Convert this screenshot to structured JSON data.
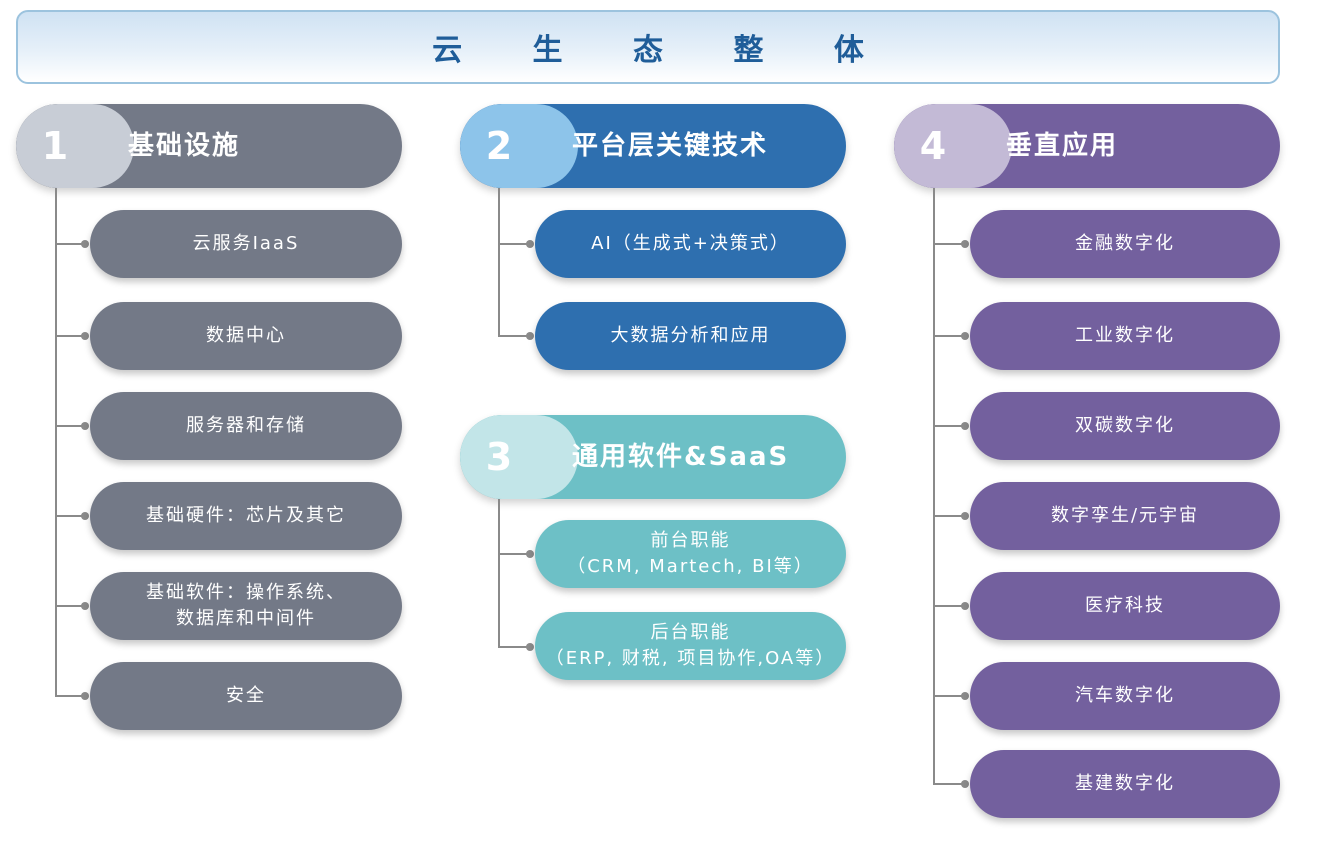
{
  "title": "云 生 态 整 体",
  "groups": [
    {
      "number": "1",
      "label": "基础设施",
      "items": [
        [
          "云服务IaaS"
        ],
        [
          "数据中心"
        ],
        [
          "服务器和存储"
        ],
        [
          "基础硬件：芯片及其它"
        ],
        [
          "基础软件：操作系统、",
          "数据库和中间件"
        ],
        [
          "安全"
        ]
      ]
    },
    {
      "number": "2",
      "label": "平台层关键技术",
      "items": [
        [
          "AI（生成式+决策式）"
        ],
        [
          "大数据分析和应用"
        ]
      ]
    },
    {
      "number": "3",
      "label": "通用软件&SaaS",
      "items": [
        [
          "前台职能",
          "（CRM, Martech, BI等）"
        ],
        [
          "后台职能",
          "（ERP, 财税, 项目协作,OA等）"
        ]
      ]
    },
    {
      "number": "4",
      "label": "垂直应用",
      "items": [
        [
          "金融数字化"
        ],
        [
          "工业数字化"
        ],
        [
          "双碳数字化"
        ],
        [
          "数字孪生/元宇宙"
        ],
        [
          "医疗科技"
        ],
        [
          "汽车数字化"
        ],
        [
          "基建数字化"
        ]
      ]
    }
  ]
}
